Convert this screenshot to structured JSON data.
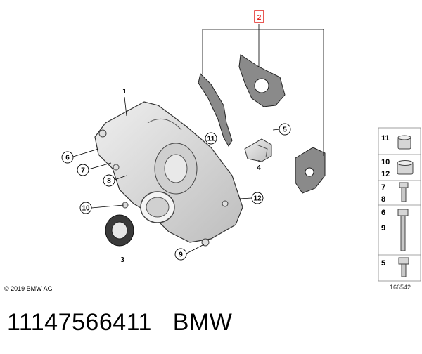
{
  "callouts": {
    "c1": "1",
    "c2": "2",
    "c3": "3",
    "c4": "4",
    "c5": "5",
    "c6": "6",
    "c7": "7",
    "c8": "8",
    "c9": "9",
    "c10": "10",
    "c11": "11",
    "c12": "12"
  },
  "reference_table": {
    "row1": [
      "11"
    ],
    "row2": [
      "10",
      "12"
    ],
    "row3": [
      "7",
      "8"
    ],
    "row4": [
      "6",
      "9"
    ],
    "row5": [
      "5"
    ]
  },
  "copyright": "© 2019 BMW AG",
  "diagram_id": "166542",
  "footer": {
    "part_number": "11147566411",
    "brand": "BMW"
  },
  "colors": {
    "highlight": "#e0201b",
    "line": "#000000",
    "part_fill": "#d4d4d4"
  }
}
